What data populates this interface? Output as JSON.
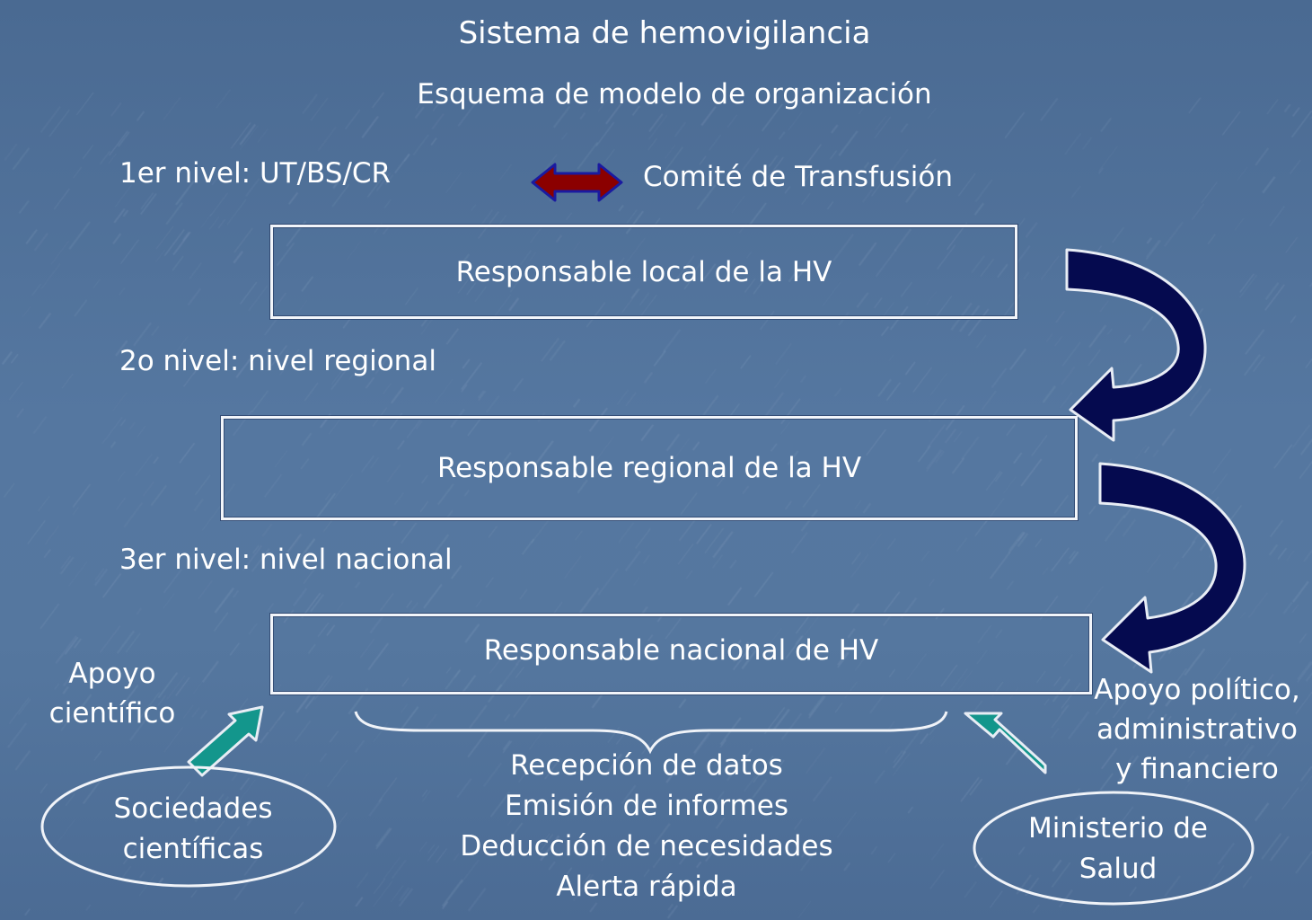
{
  "slide": {
    "title": "Sistema de hemovigilancia",
    "subtitle": "Esquema de modelo de organización",
    "colors": {
      "background": "#4f6f97",
      "text": "#ffffff",
      "double_arrow_fill": "#8b0000",
      "double_arrow_outline": "#1a1aa0",
      "curved_arrow_fill": "#050a4f",
      "support_arrow_fill": "#13968c"
    }
  },
  "levels": [
    {
      "label": "1er nivel: UT/BS/CR",
      "box_label": "Responsable local de la HV"
    },
    {
      "label": "2o nivel: nivel regional",
      "box_label": "Responsable regional de la HV"
    },
    {
      "label": "3er nivel: nivel nacional",
      "box_label": "Responsable nacional de HV"
    }
  ],
  "committee": {
    "label": "Comité de Transfusión",
    "icon": "double-arrow-icon"
  },
  "national_functions": [
    "Recepción de datos",
    "Emisión de informes",
    "Deducción de necesidades",
    "Alerta rápida"
  ],
  "left_support": {
    "label_lines": [
      "Apoyo",
      "científico"
    ],
    "source_lines": [
      "Sociedades",
      "científicas"
    ]
  },
  "right_support": {
    "label_lines": [
      "Apoyo político,",
      "administrativo",
      "y financiero"
    ],
    "source_lines": [
      "Ministerio de",
      "Salud"
    ]
  }
}
